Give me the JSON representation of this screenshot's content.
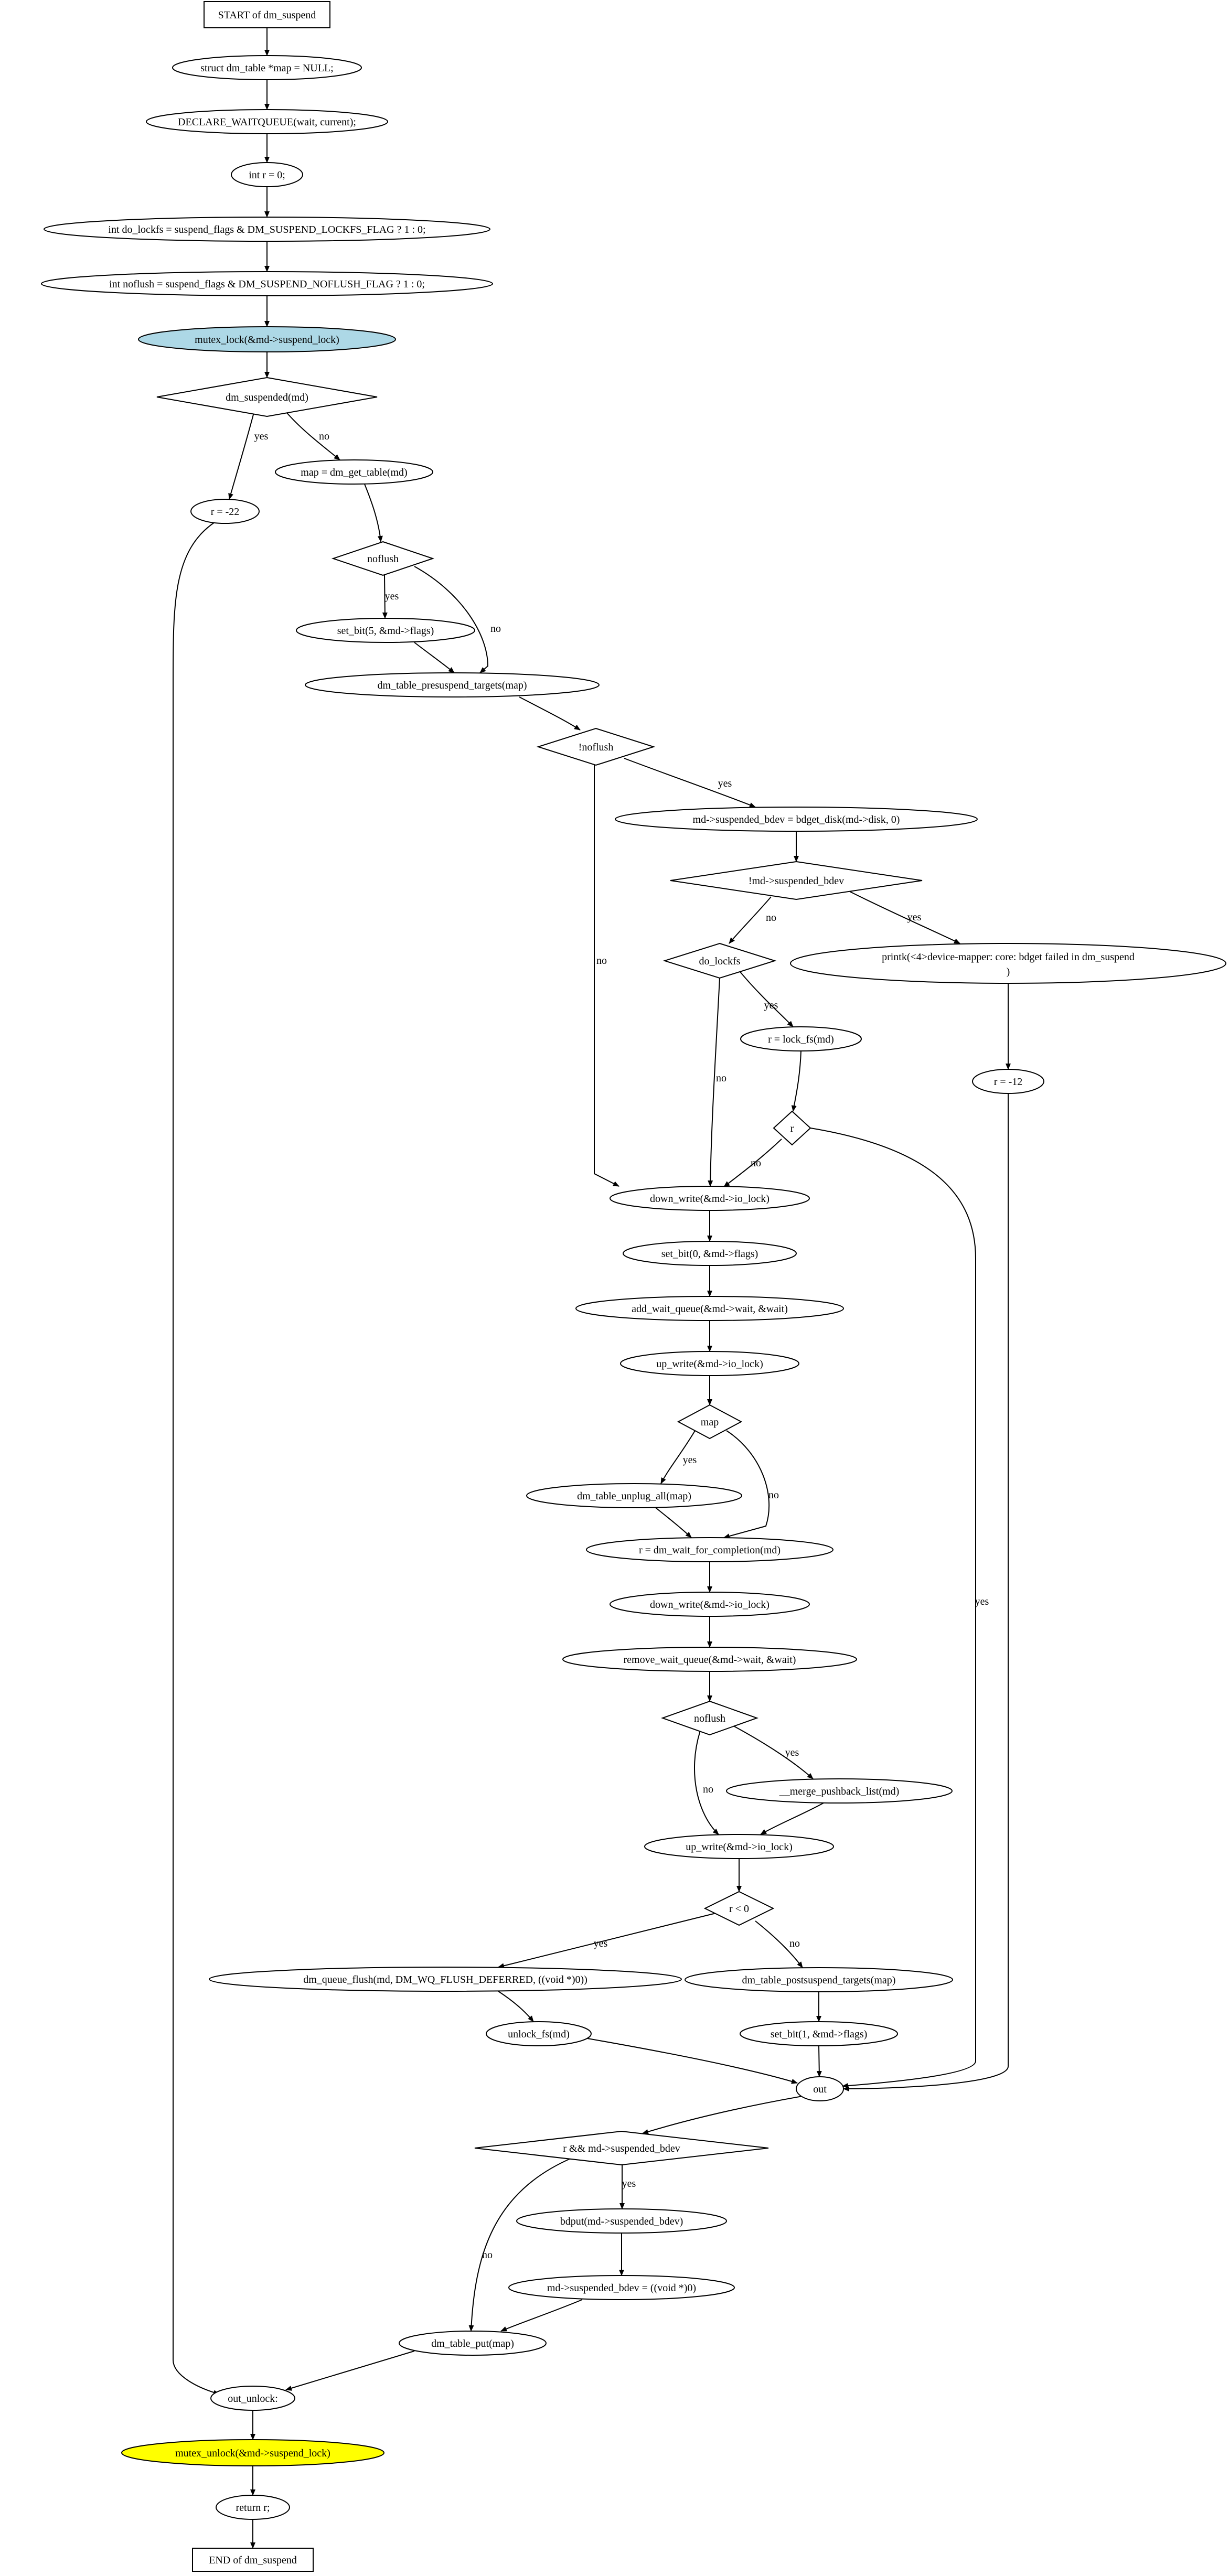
{
  "diagram": {
    "nodes": {
      "start": {
        "label": "START of dm_suspend",
        "shape": "box"
      },
      "n_map": {
        "label": "struct dm_table *map = NULL;",
        "shape": "ellipse"
      },
      "n_declare": {
        "label": "DECLARE_WAITQUEUE(wait, current);",
        "shape": "ellipse"
      },
      "n_r0": {
        "label": "int r = 0;",
        "shape": "ellipse"
      },
      "n_lockfs": {
        "label": "int do_lockfs = suspend_flags & DM_SUSPEND_LOCKFS_FLAG ? 1 : 0;",
        "shape": "ellipse"
      },
      "n_noflush": {
        "label": "int noflush = suspend_flags & DM_SUSPEND_NOFLUSH_FLAG ? 1 : 0;",
        "shape": "ellipse"
      },
      "n_mlock": {
        "label": "mutex_lock(&md->suspend_lock)",
        "shape": "ellipse",
        "fill": "#add8e6"
      },
      "d_suspended": {
        "label": "dm_suspended(md)",
        "shape": "diamond"
      },
      "n_r22": {
        "label": "r = -22",
        "shape": "ellipse"
      },
      "n_gettable": {
        "label": "map = dm_get_table(md)",
        "shape": "ellipse"
      },
      "d_noflush1": {
        "label": "noflush",
        "shape": "diamond"
      },
      "n_setbit5": {
        "label": "set_bit(5, &md->flags)",
        "shape": "ellipse"
      },
      "n_presuspend": {
        "label": "dm_table_presuspend_targets(map)",
        "shape": "ellipse"
      },
      "d_notnoflush": {
        "label": "!noflush",
        "shape": "diamond"
      },
      "n_bdget": {
        "label": "md->suspended_bdev = bdget_disk(md->disk, 0)",
        "shape": "ellipse"
      },
      "d_notbdev": {
        "label": "!md->suspended_bdev",
        "shape": "diamond"
      },
      "d_dolockfs": {
        "label": "do_lockfs",
        "shape": "diamond"
      },
      "n_printk": {
        "label": "printk(<4>device-mapper: core: bdget failed in dm_suspend",
        "label2": ")",
        "shape": "ellipse"
      },
      "n_lockfsmd": {
        "label": "r = lock_fs(md)",
        "shape": "ellipse"
      },
      "n_r12": {
        "label": "r = -12",
        "shape": "ellipse"
      },
      "d_r": {
        "label": "r",
        "shape": "diamond"
      },
      "n_downwrite1": {
        "label": "down_write(&md->io_lock)",
        "shape": "ellipse"
      },
      "n_setbit0": {
        "label": "set_bit(0, &md->flags)",
        "shape": "ellipse"
      },
      "n_addwait": {
        "label": "add_wait_queue(&md->wait, &wait)",
        "shape": "ellipse"
      },
      "n_upwrite1": {
        "label": "up_write(&md->io_lock)",
        "shape": "ellipse"
      },
      "d_map": {
        "label": "map",
        "shape": "diamond"
      },
      "n_unplug": {
        "label": "dm_table_unplug_all(map)",
        "shape": "ellipse"
      },
      "n_waitcomp": {
        "label": "r = dm_wait_for_completion(md)",
        "shape": "ellipse"
      },
      "n_downwrite2": {
        "label": "down_write(&md->io_lock)",
        "shape": "ellipse"
      },
      "n_removewait": {
        "label": "remove_wait_queue(&md->wait, &wait)",
        "shape": "ellipse"
      },
      "d_noflush2": {
        "label": "noflush",
        "shape": "diamond"
      },
      "n_merge": {
        "label": "__merge_pushback_list(md)",
        "shape": "ellipse"
      },
      "n_upwrite2": {
        "label": "up_write(&md->io_lock)",
        "shape": "ellipse"
      },
      "d_rlt0": {
        "label": "r < 0",
        "shape": "diamond"
      },
      "n_queueflush": {
        "label": "dm_queue_flush(md, DM_WQ_FLUSH_DEFERRED, ((void *)0))",
        "shape": "ellipse"
      },
      "n_postsuspend": {
        "label": "dm_table_postsuspend_targets(map)",
        "shape": "ellipse"
      },
      "n_unlockfs": {
        "label": "unlock_fs(md)",
        "shape": "ellipse"
      },
      "n_setbit1": {
        "label": "set_bit(1, &md->flags)",
        "shape": "ellipse"
      },
      "n_out": {
        "label": "out",
        "shape": "ellipse"
      },
      "d_rbdev": {
        "label": "r && md->suspended_bdev",
        "shape": "diamond"
      },
      "n_bdput": {
        "label": "bdput(md->suspended_bdev)",
        "shape": "ellipse"
      },
      "n_bdevnull": {
        "label": "md->suspended_bdev = ((void *)0)",
        "shape": "ellipse"
      },
      "n_tableput": {
        "label": "dm_table_put(map)",
        "shape": "ellipse"
      },
      "n_outunlock": {
        "label": "out_unlock:",
        "shape": "ellipse"
      },
      "n_munlock": {
        "label": "mutex_unlock(&md->suspend_lock)",
        "shape": "ellipse",
        "fill": "#ffff00"
      },
      "n_return": {
        "label": "return r;",
        "shape": "ellipse"
      },
      "end": {
        "label": "END of dm_suspend",
        "shape": "box"
      }
    },
    "edges": [
      {
        "from": "start",
        "to": "n_map",
        "label": ""
      },
      {
        "from": "n_map",
        "to": "n_declare",
        "label": ""
      },
      {
        "from": "n_declare",
        "to": "n_r0",
        "label": ""
      },
      {
        "from": "n_r0",
        "to": "n_lockfs",
        "label": ""
      },
      {
        "from": "n_lockfs",
        "to": "n_noflush",
        "label": ""
      },
      {
        "from": "n_noflush",
        "to": "n_mlock",
        "label": ""
      },
      {
        "from": "n_mlock",
        "to": "d_suspended",
        "label": ""
      },
      {
        "from": "d_suspended",
        "to": "n_r22",
        "label": "yes"
      },
      {
        "from": "d_suspended",
        "to": "n_gettable",
        "label": "no"
      },
      {
        "from": "n_r22",
        "to": "n_outunlock",
        "label": ""
      },
      {
        "from": "n_gettable",
        "to": "d_noflush1",
        "label": ""
      },
      {
        "from": "d_noflush1",
        "to": "n_setbit5",
        "label": "yes"
      },
      {
        "from": "d_noflush1",
        "to": "n_presuspend",
        "label": "no"
      },
      {
        "from": "n_setbit5",
        "to": "n_presuspend",
        "label": ""
      },
      {
        "from": "n_presuspend",
        "to": "d_notnoflush",
        "label": ""
      },
      {
        "from": "d_notnoflush",
        "to": "n_bdget",
        "label": "yes"
      },
      {
        "from": "d_notnoflush",
        "to": "n_downwrite1",
        "label": "no"
      },
      {
        "from": "n_bdget",
        "to": "d_notbdev",
        "label": ""
      },
      {
        "from": "d_notbdev",
        "to": "n_printk",
        "label": "yes"
      },
      {
        "from": "d_notbdev",
        "to": "d_dolockfs",
        "label": "no"
      },
      {
        "from": "n_printk",
        "to": "n_r12",
        "label": ""
      },
      {
        "from": "d_dolockfs",
        "to": "n_lockfsmd",
        "label": "yes"
      },
      {
        "from": "d_dolockfs",
        "to": "n_downwrite1",
        "label": "no"
      },
      {
        "from": "n_lockfsmd",
        "to": "d_r",
        "label": ""
      },
      {
        "from": "n_r12",
        "to": "n_out",
        "label": ""
      },
      {
        "from": "d_r",
        "to": "n_out",
        "label": "yes"
      },
      {
        "from": "d_r",
        "to": "n_downwrite1",
        "label": "no"
      },
      {
        "from": "n_downwrite1",
        "to": "n_setbit0",
        "label": ""
      },
      {
        "from": "n_setbit0",
        "to": "n_addwait",
        "label": ""
      },
      {
        "from": "n_addwait",
        "to": "n_upwrite1",
        "label": ""
      },
      {
        "from": "n_upwrite1",
        "to": "d_map",
        "label": ""
      },
      {
        "from": "d_map",
        "to": "n_unplug",
        "label": "yes"
      },
      {
        "from": "d_map",
        "to": "n_waitcomp",
        "label": "no"
      },
      {
        "from": "n_unplug",
        "to": "n_waitcomp",
        "label": ""
      },
      {
        "from": "n_waitcomp",
        "to": "n_downwrite2",
        "label": ""
      },
      {
        "from": "n_downwrite2",
        "to": "n_removewait",
        "label": ""
      },
      {
        "from": "n_removewait",
        "to": "d_noflush2",
        "label": ""
      },
      {
        "from": "d_noflush2",
        "to": "n_merge",
        "label": "yes"
      },
      {
        "from": "d_noflush2",
        "to": "n_upwrite2",
        "label": "no"
      },
      {
        "from": "n_merge",
        "to": "n_upwrite2",
        "label": ""
      },
      {
        "from": "n_upwrite2",
        "to": "d_rlt0",
        "label": ""
      },
      {
        "from": "d_rlt0",
        "to": "n_queueflush",
        "label": "yes"
      },
      {
        "from": "d_rlt0",
        "to": "n_postsuspend",
        "label": "no"
      },
      {
        "from": "n_queueflush",
        "to": "n_unlockfs",
        "label": ""
      },
      {
        "from": "n_postsuspend",
        "to": "n_setbit1",
        "label": ""
      },
      {
        "from": "n_unlockfs",
        "to": "n_out",
        "label": ""
      },
      {
        "from": "n_setbit1",
        "to": "n_out",
        "label": ""
      },
      {
        "from": "n_out",
        "to": "d_rbdev",
        "label": ""
      },
      {
        "from": "d_rbdev",
        "to": "n_bdput",
        "label": "yes"
      },
      {
        "from": "d_rbdev",
        "to": "n_tableput",
        "label": "no"
      },
      {
        "from": "n_bdput",
        "to": "n_bdevnull",
        "label": ""
      },
      {
        "from": "n_bdevnull",
        "to": "n_tableput",
        "label": ""
      },
      {
        "from": "n_tableput",
        "to": "n_outunlock",
        "label": ""
      },
      {
        "from": "n_outunlock",
        "to": "n_munlock",
        "label": ""
      },
      {
        "from": "n_munlock",
        "to": "n_return",
        "label": ""
      },
      {
        "from": "n_return",
        "to": "end",
        "label": ""
      }
    ]
  }
}
